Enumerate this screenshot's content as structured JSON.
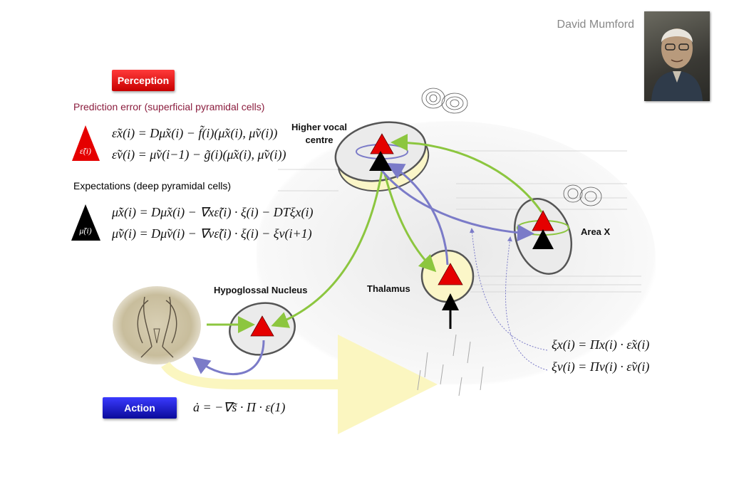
{
  "author": "David Mumford",
  "buttons": {
    "perception": "Perception",
    "action": "Action"
  },
  "headings": {
    "prediction_error": "Prediction error (superficial pyramidal cells)",
    "expectations": "Expectations (deep pyramidal cells)"
  },
  "symbols": {
    "epsilon": "ε̃(i)",
    "mu": "μ̃(i)"
  },
  "equations": {
    "pe_x": "ε̃x(i) = Dμ̃x(i) − f̃(i)(μ̃x(i), μ̃v(i))",
    "pe_v": "ε̃v(i) = μ̃v(i−1) − g̃(i)(μ̃x(i), μ̃v(i))",
    "ex_x": "μ̃̇x(i) = Dμ̃x(i) − ∇xε̃(i) · ξ(i) − DTξx(i)",
    "ex_v": "μ̃̇v(i) = Dμ̃v(i) − ∇vε̃(i) · ξ(i) − ξv(i+1)",
    "xi_x": "ξx(i) = Πx(i) · ε̃x(i)",
    "xi_v": "ξv(i) = Πv(i) · ε̃v(i)",
    "action": "ȧ = −∇s̃ · Π · ε(1)"
  },
  "labels": {
    "hvc_line1": "Higher vocal",
    "hvc_line2": "centre",
    "area_x": "Area X",
    "hypoglossal": "Hypoglossal Nucleus",
    "thalamus": "Thalamus"
  },
  "colors": {
    "prediction_error": "#e50000",
    "expectation": "#000000",
    "forward_arrow": "#8cc63f",
    "backward_arrow": "#7b7bc8",
    "action_button": "#1515c0",
    "perception_button": "#e00000",
    "heading_pe": "#8b1d3e",
    "thalamus_fill": "#fbf6c8"
  }
}
